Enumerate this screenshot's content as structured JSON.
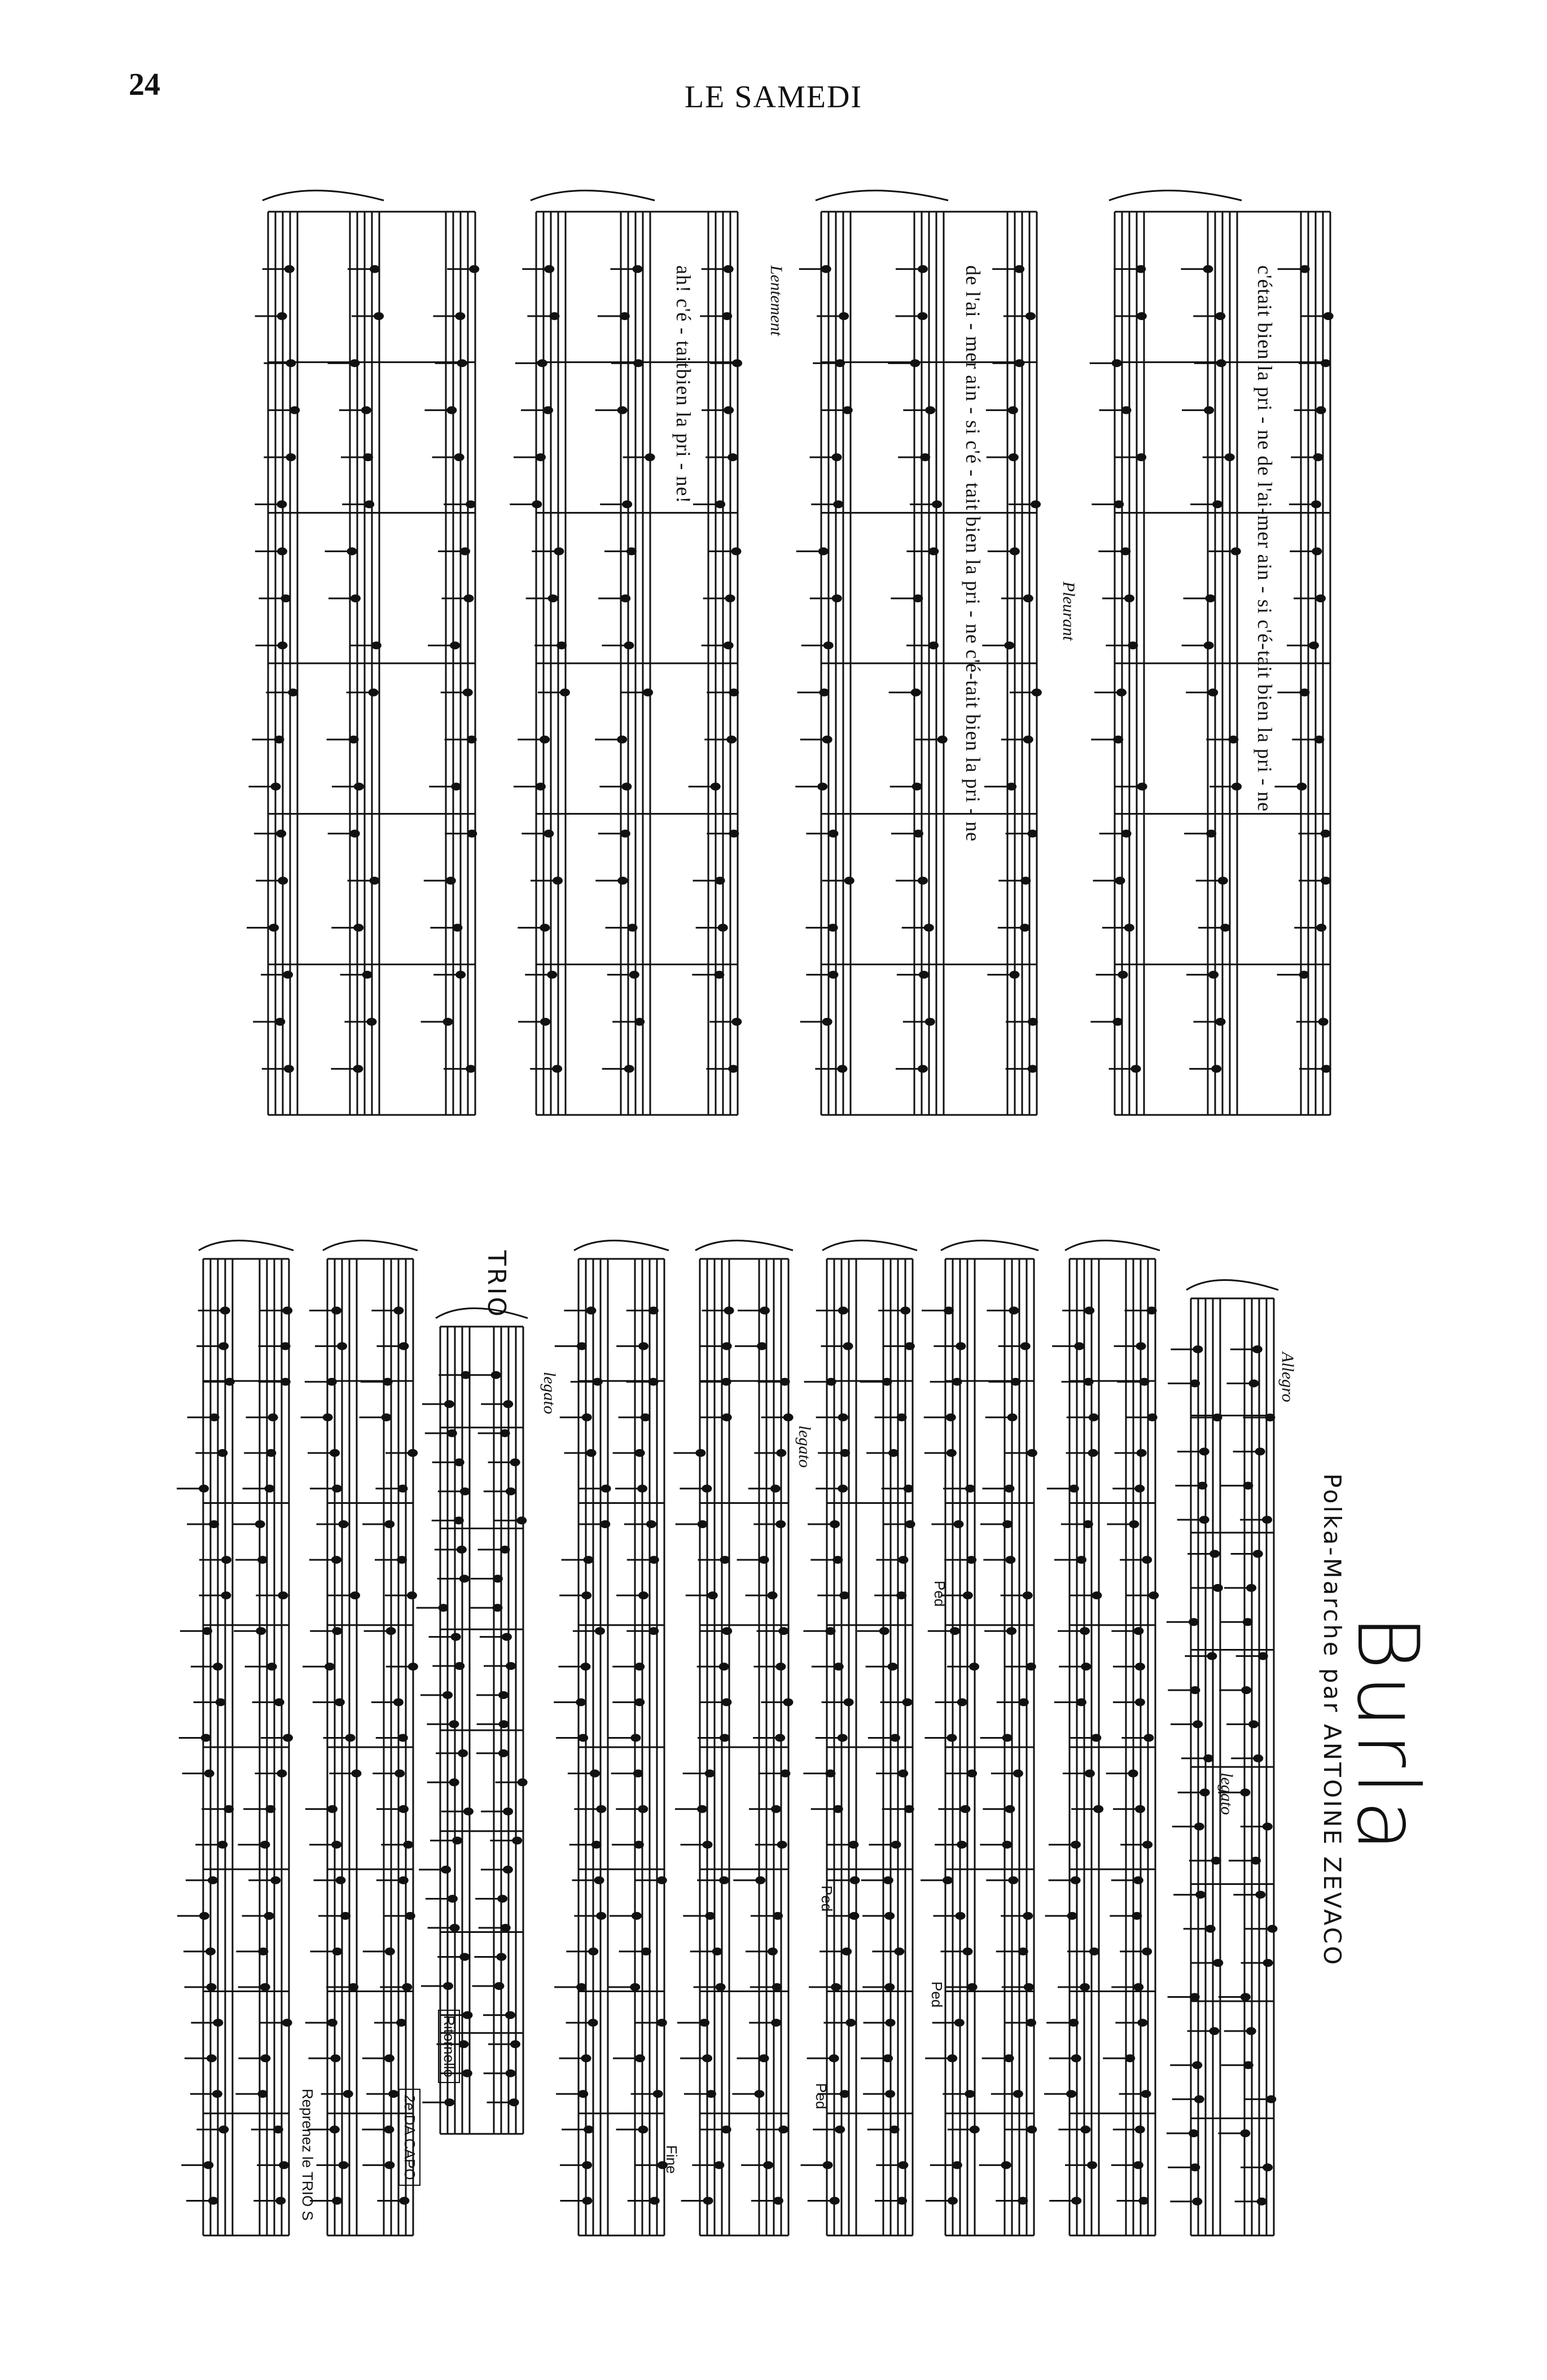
{
  "header": {
    "page_number": "24",
    "running_title": "LE SAMEDI"
  },
  "song_section": {
    "tempo_markings": [
      "Lentement",
      "Pleurant"
    ],
    "lyrics": [
      "c'était bien la pri - ne  de l'ai-mer ain - si    c'é-tait bien la pri - ne",
      "de l'ai - mer ain - si    c'é - tait bien la pri - ne    c'é-tait bien la pri - ne",
      "ah!    c'é - taitbien la pri - ne!"
    ]
  },
  "burla": {
    "title": "Burla",
    "subtitle": "Polka-Marche par ANTOINE ZEVACO",
    "markings": {
      "allegro": "Allegro",
      "legato_1": "legato",
      "legato_2": "legato",
      "legato_3": "legato",
      "pedal": "Ped",
      "fine": "Fine",
      "trio": "TRIO",
      "dal_segno": "2e DA CAPO",
      "ritornello": "Ritornello",
      "reprise": "Reprenez le TRIO S"
    }
  }
}
